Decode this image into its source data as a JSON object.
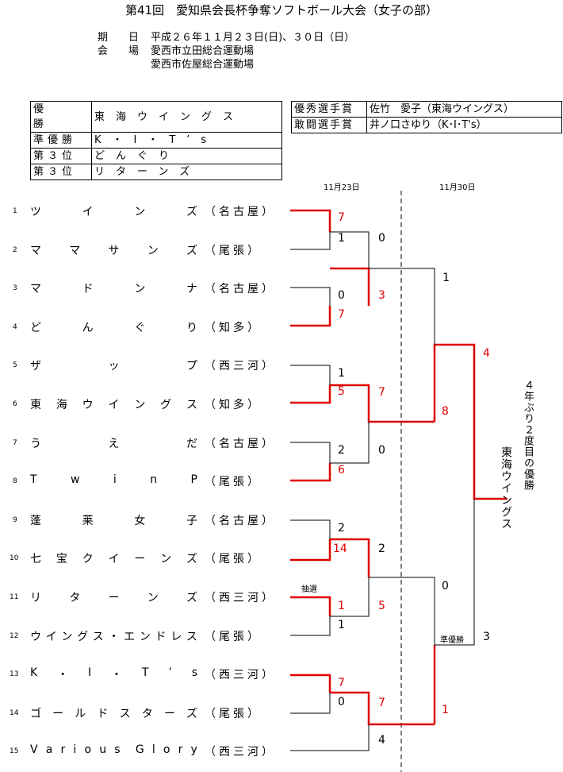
{
  "header": {
    "title": "第41回　愛知県会長杯争奪ソフトボール大会（女子の部）",
    "date_label": "期　　日",
    "date_value": "平成２６年１１月２３日(日)、３０日（日）",
    "venue_label": "会　　場",
    "venues": [
      "愛西市立田総合運動場",
      "愛西市佐屋総合運動場"
    ]
  },
  "results": [
    {
      "label": "優　　勝",
      "value": "東海ウイングス"
    },
    {
      "label": "準優勝",
      "value": "K・I・T’s"
    },
    {
      "label": "第３位",
      "value": "どんぐり"
    },
    {
      "label": "第３位",
      "value": "リターンズ"
    }
  ],
  "awards": [
    {
      "label": "優秀選手賞",
      "value": "佐竹　愛子（東海ウイングス）"
    },
    {
      "label": "敢闘選手賞",
      "value": "井ノ口さゆり（K･I･T's）"
    }
  ],
  "bracket": {
    "date1": "11月23日",
    "date2": "11月30日",
    "teams": [
      {
        "no": "1",
        "name": "ツインズ",
        "pref": "（名古屋）"
      },
      {
        "no": "2",
        "name": "ママサンズ",
        "pref": "（尾張）"
      },
      {
        "no": "3",
        "name": "マドンナ",
        "pref": "（名古屋）"
      },
      {
        "no": "4",
        "name": "どんぐり",
        "pref": "（知多）"
      },
      {
        "no": "5",
        "name": "ザップ",
        "pref": "（西三河）"
      },
      {
        "no": "6",
        "name": "東海ウイングス",
        "pref": "（知多）"
      },
      {
        "no": "7",
        "name": "うえだ",
        "pref": "（名古屋）"
      },
      {
        "no": "8",
        "name": "TwinP",
        "pref": "（尾張）"
      },
      {
        "no": "9",
        "name": "蓬莱女子",
        "pref": "（名古屋）"
      },
      {
        "no": "10",
        "name": "七宝クイーンズ",
        "pref": "（尾張）"
      },
      {
        "no": "11",
        "name": "リターンズ",
        "pref": "（西三河）"
      },
      {
        "no": "12",
        "name": "ウイングス・エンドレス",
        "pref": "（尾張）"
      },
      {
        "no": "13",
        "name": "K・I・T’s",
        "pref": "（西三河）"
      },
      {
        "no": "14",
        "name": "ゴールドスターズ",
        "pref": "（尾張）"
      },
      {
        "no": "15",
        "name": "Various Glory",
        "pref": "（西三河）"
      }
    ],
    "scores": {
      "r1m1_top": "7",
      "r1m1_bot": "1",
      "r1m2_top": "0",
      "r1m2_bot": "7",
      "r1m3_top": "1",
      "r1m3_bot": "5",
      "r1m4_top": "2",
      "r1m4_bot": "6",
      "r1m5_top": "2",
      "r1m5_bot": "14",
      "r1m6_top": "1",
      "r1m6_bot": "1",
      "r1m7_top": "7",
      "r1m7_bot": "0",
      "r2a_top": "0",
      "r2a_bot": "3",
      "r2b_top": "7",
      "r2b_bot": "0",
      "r2c_top": "2",
      "r2c_bot": "5",
      "r2d_top": "7",
      "r2d_bot": "4",
      "sfa_top": "1",
      "sfa_bot": "8",
      "sfb_top": "0",
      "sfb_bot": "1",
      "final_top": "4",
      "final_bot": "3"
    },
    "lottery_note": "抽選",
    "runner_up_note": "準優勝",
    "champion_vertical": "東海ウイングス",
    "champion_note_vertical": "４年ぶり２度目の優勝"
  },
  "colors": {
    "win_line": "#e00000",
    "lose_line": "#000000"
  }
}
